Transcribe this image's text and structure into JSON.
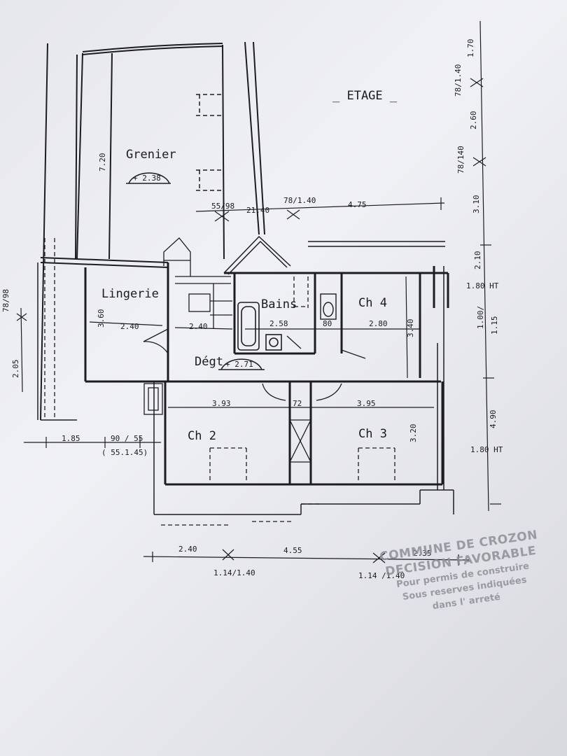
{
  "title": "_ ETAGE _",
  "rooms": {
    "grenier": "Grenier",
    "grenier_level": "+ 2.38",
    "lingerie": "Lingerie",
    "bains": "Bains",
    "ch4": "Ch 4",
    "degt": "Dégt",
    "degt_level": "+ 2.71",
    "ch2": "Ch 2",
    "ch3": "Ch 3"
  },
  "dimensions": {
    "d_720": "7.20",
    "d_55_98": "55/98",
    "d_2140": "21.40",
    "d_78_140_top": "78/1.40",
    "d_475": "4.75",
    "d_170": "1.70",
    "d_78_140_r1": "78/1.40",
    "d_260": "2.60",
    "d_78_140_r2": "78/140",
    "d_310": "3.10",
    "d_210": "2.10",
    "d_180ht_1": "1.80 HT",
    "d_100": "1.00/",
    "d_115": "1.15",
    "d_490": "4.90",
    "d_180ht_2": "1.80 HT",
    "d_78_98_left": "78/98",
    "d_205": "2.05",
    "d_360": "3.60",
    "d_240_a": "2.40",
    "d_240_b": "2.40",
    "d_258": "2.58",
    "d_80": "80",
    "d_280": "2.80",
    "d_340": "3.40",
    "d_393": "3.93",
    "d_72": "72",
    "d_395": "3.95",
    "d_320": "3.20",
    "d_185": "1.85",
    "d_90_55": "90 /  55",
    "d_55_145": "( 55.1.45)",
    "d_240_bottom": "2.40",
    "d_455": "4.55",
    "d_235": "2.35",
    "d_114_140_a": "1.14/1.40",
    "d_114_140_b": "1.14 /1.40"
  },
  "stamp": {
    "line1": "COMMUNE DE CROZON",
    "line2": "DECISION  FAVORABLE",
    "line3": "Pour permis de construire",
    "line4": "Sous reserves indiquées",
    "line5": "dans l' arreté"
  }
}
